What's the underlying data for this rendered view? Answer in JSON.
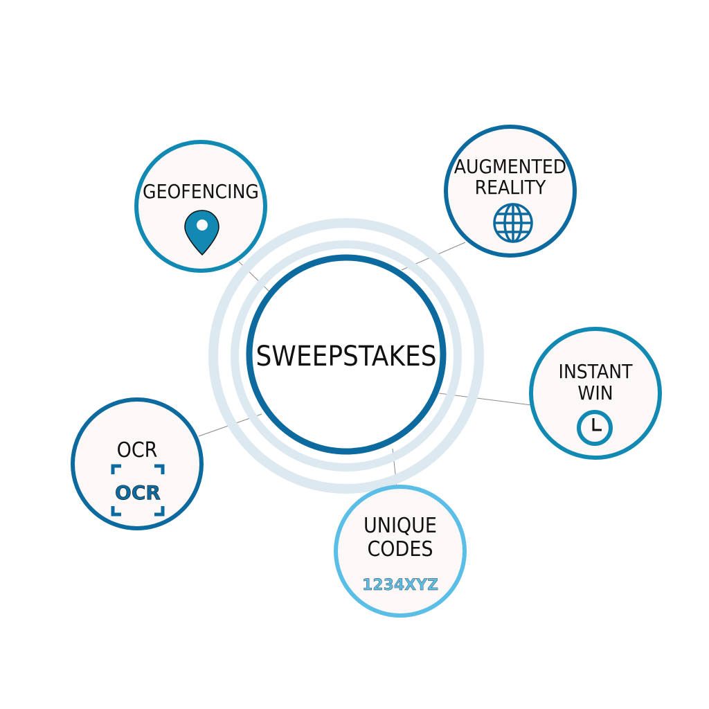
{
  "center": {
    "label": "SWEEPSTAKES"
  },
  "nodes": [
    {
      "id": "geofencing",
      "lines": [
        "GEOFENCING"
      ],
      "icon": "map-pin-icon",
      "color": "#1189b3"
    },
    {
      "id": "augmented-reality",
      "lines": [
        "AUGMENTED",
        "REALITY"
      ],
      "icon": "globe-icon",
      "color": "#0d6a9e"
    },
    {
      "id": "instant-win",
      "lines": [
        "INSTANT",
        "WIN"
      ],
      "icon": "clock-icon",
      "color": "#1189b3"
    },
    {
      "id": "ocr",
      "lines": [
        "OCR"
      ],
      "icon": "ocr-scan-icon",
      "icon_text": "OCR",
      "color": "#0d6a9e"
    },
    {
      "id": "unique-codes",
      "lines": [
        "UNIQUE",
        "CODES"
      ],
      "icon": "code-text-icon",
      "icon_text": "1234XYZ",
      "color": "#5bbee6"
    }
  ],
  "colors": {
    "center_ring": "#0d6a9e",
    "halo": "#dde9f1",
    "node_fill": "#fcf8f8",
    "connector": "#888888"
  }
}
